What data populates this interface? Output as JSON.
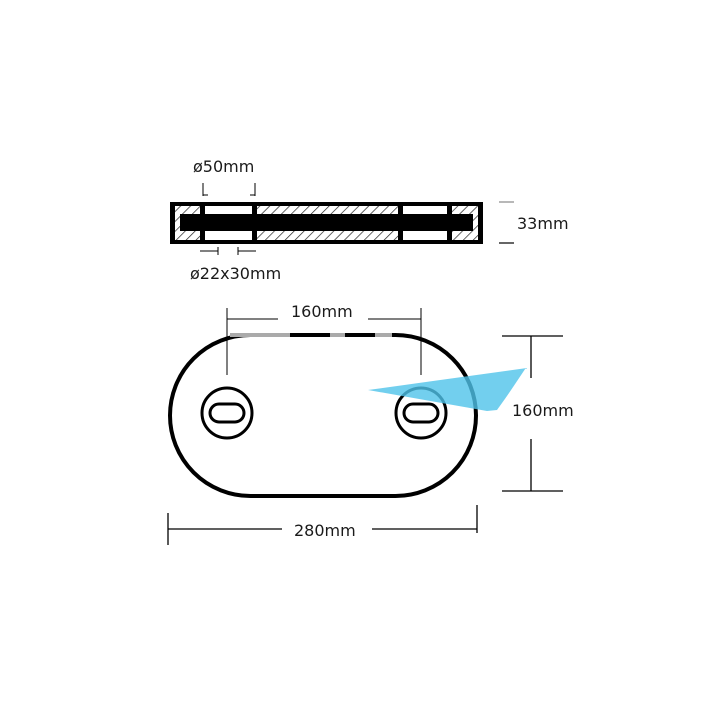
{
  "diagram": {
    "type": "technical drawing",
    "subject": "oval anode plate with two mounting holes",
    "side_view": {
      "labels": {
        "hole_diameter": "ø50mm",
        "slot_size": "ø22x30mm",
        "thickness": "33mm"
      }
    },
    "top_view": {
      "labels": {
        "hole_spacing": "160mm",
        "height": "160mm",
        "length": "280mm"
      }
    },
    "colors": {
      "line": "#000000",
      "hatch": "#222222",
      "overlay_accent": "#4fc3ea"
    }
  }
}
